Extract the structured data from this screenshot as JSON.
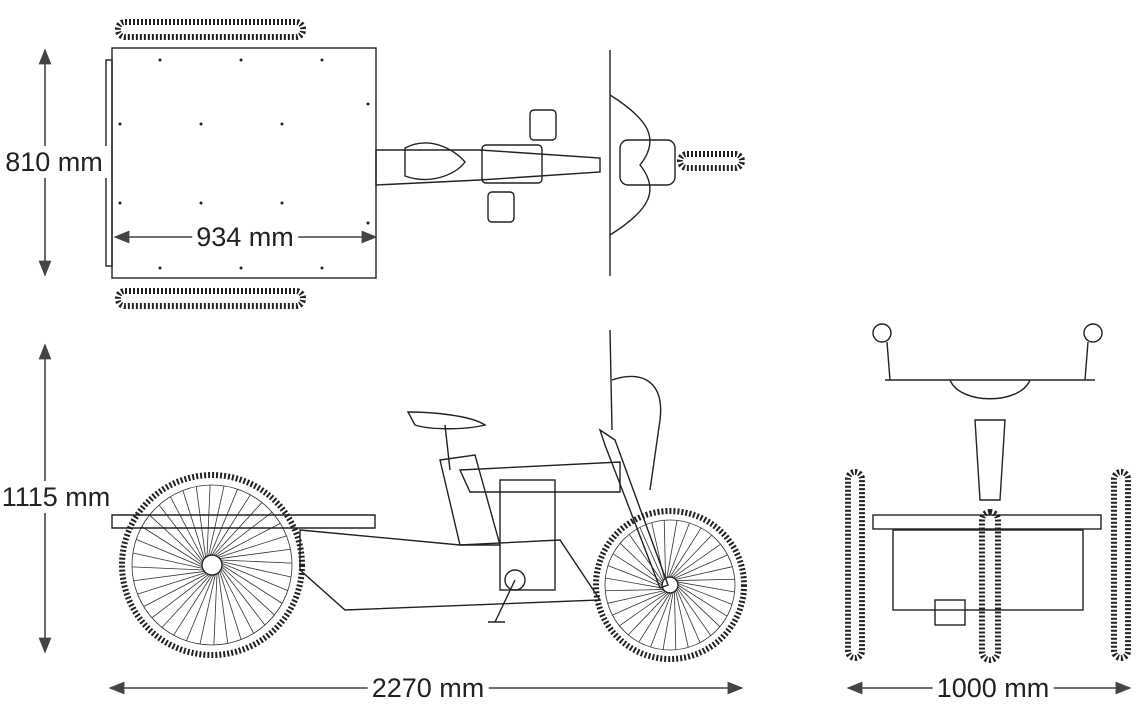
{
  "dimensions": {
    "top_width": "810 mm",
    "platform_length": "934 mm",
    "height": "1115 mm",
    "total_length": "2270 mm",
    "front_width": "1000 mm"
  },
  "colors": {
    "line": "#222222",
    "dimension": "#444444"
  }
}
